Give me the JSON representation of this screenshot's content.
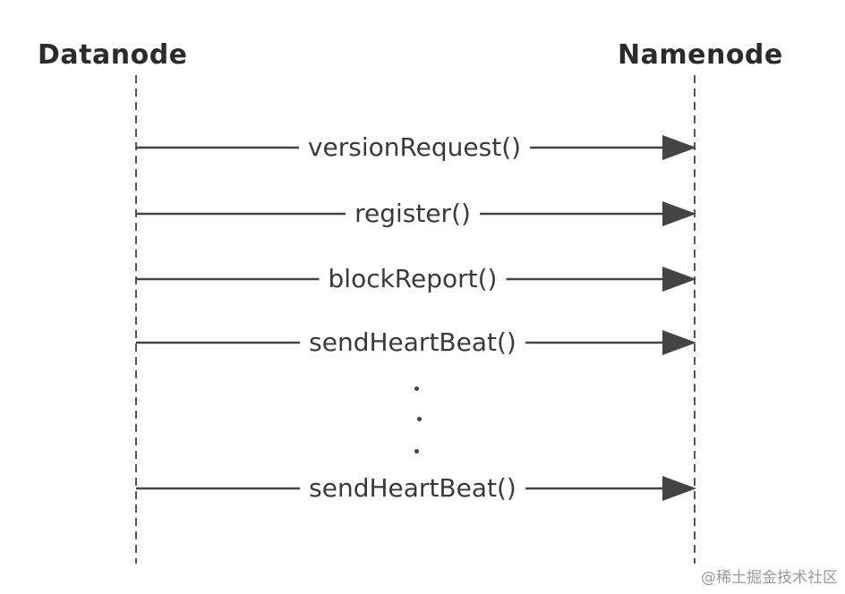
{
  "actors": {
    "left": "Datanode",
    "right": "Namenode"
  },
  "messages": [
    "versionRequest()",
    "register()",
    "blockReport()",
    "sendHeartBeat()",
    "sendHeartBeat()"
  ],
  "ellipsis": ".",
  "watermark": "@稀土掘金技术社区"
}
